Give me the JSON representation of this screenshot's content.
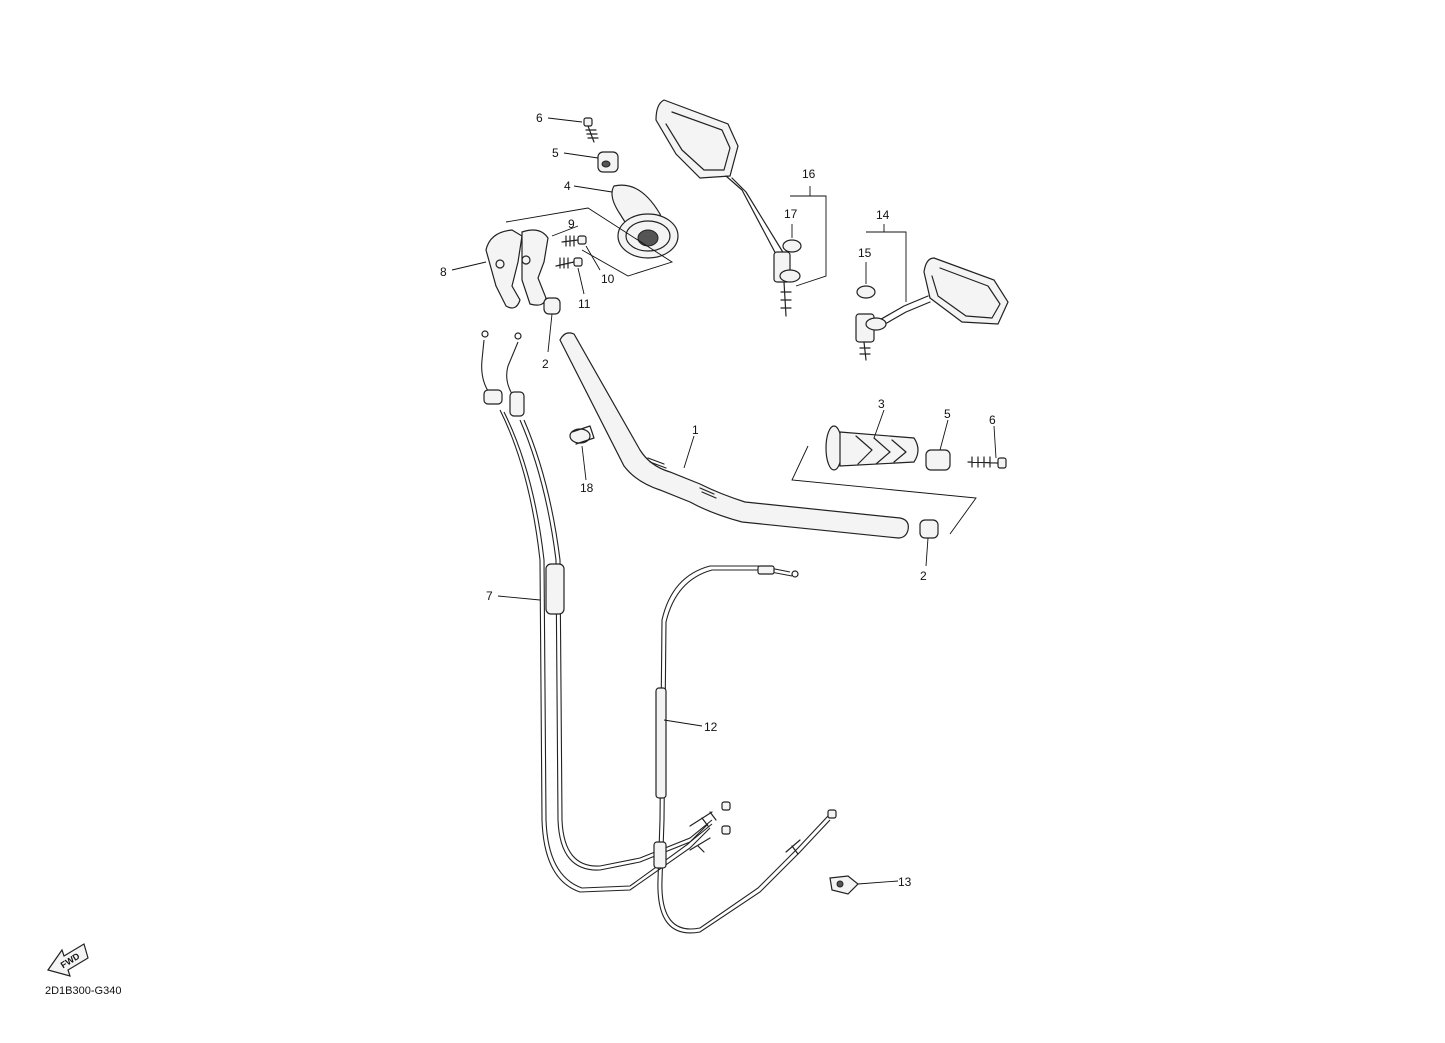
{
  "diagram": {
    "code": "2D1B300-G340",
    "fwd_label": "FWD",
    "callouts": {
      "p1": "1",
      "p2a": "2",
      "p2b": "2",
      "p3": "3",
      "p4": "4",
      "p5a": "5",
      "p5b": "5",
      "p6a": "6",
      "p6b": "6",
      "p7": "7",
      "p8": "8",
      "p9": "9",
      "p10": "10",
      "p11": "11",
      "p12": "12",
      "p13": "13",
      "p14": "14",
      "p15": "15",
      "p16": "16",
      "p17": "17",
      "p18": "18"
    }
  }
}
